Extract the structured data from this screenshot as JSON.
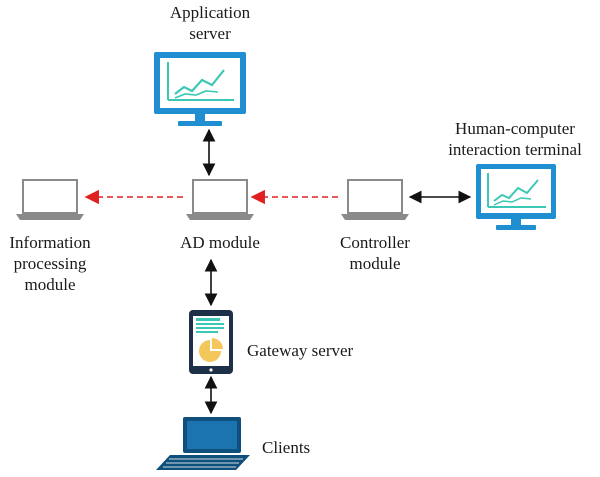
{
  "labels": {
    "application_server": "Application\nserver",
    "hci_terminal": "Human-computer\ninteraction terminal",
    "info_processing": "Information\nprocessing\nmodule",
    "ad_module": "AD module",
    "controller": "Controller\nmodule",
    "gateway": "Gateway server",
    "clients": "Clients"
  },
  "colors": {
    "monitor_blue": "#1f8fd1",
    "chart_teal": "#3cc8b4",
    "laptop_gray": "#8a8a8a",
    "tablet_dark": "#1e2f48",
    "pie_yellow": "#f3c75b",
    "client_laptop": "#0f4f7c",
    "dashed_red": "#e02020",
    "arrow_black": "#111111"
  },
  "icons": {
    "application_server": "monitor-chart-icon",
    "hci_terminal": "monitor-chart-icon",
    "info_processing": "laptop-outline-icon",
    "ad_module": "laptop-outline-icon",
    "controller": "laptop-outline-icon",
    "gateway": "tablet-report-icon",
    "clients": "laptop-filled-icon"
  },
  "connections": [
    {
      "from": "ad_module",
      "to": "information_processing",
      "style": "dashed-red"
    },
    {
      "from": "controller",
      "to": "ad_module",
      "style": "dashed-red"
    },
    {
      "from": "application_server",
      "to": "ad_module",
      "style": "solid-black-bidirectional"
    },
    {
      "from": "controller",
      "to": "hci_terminal",
      "style": "solid-black-bidirectional"
    },
    {
      "from": "ad_module",
      "to": "gateway",
      "style": "solid-black-bidirectional"
    },
    {
      "from": "gateway",
      "to": "clients",
      "style": "solid-black-bidirectional"
    }
  ]
}
